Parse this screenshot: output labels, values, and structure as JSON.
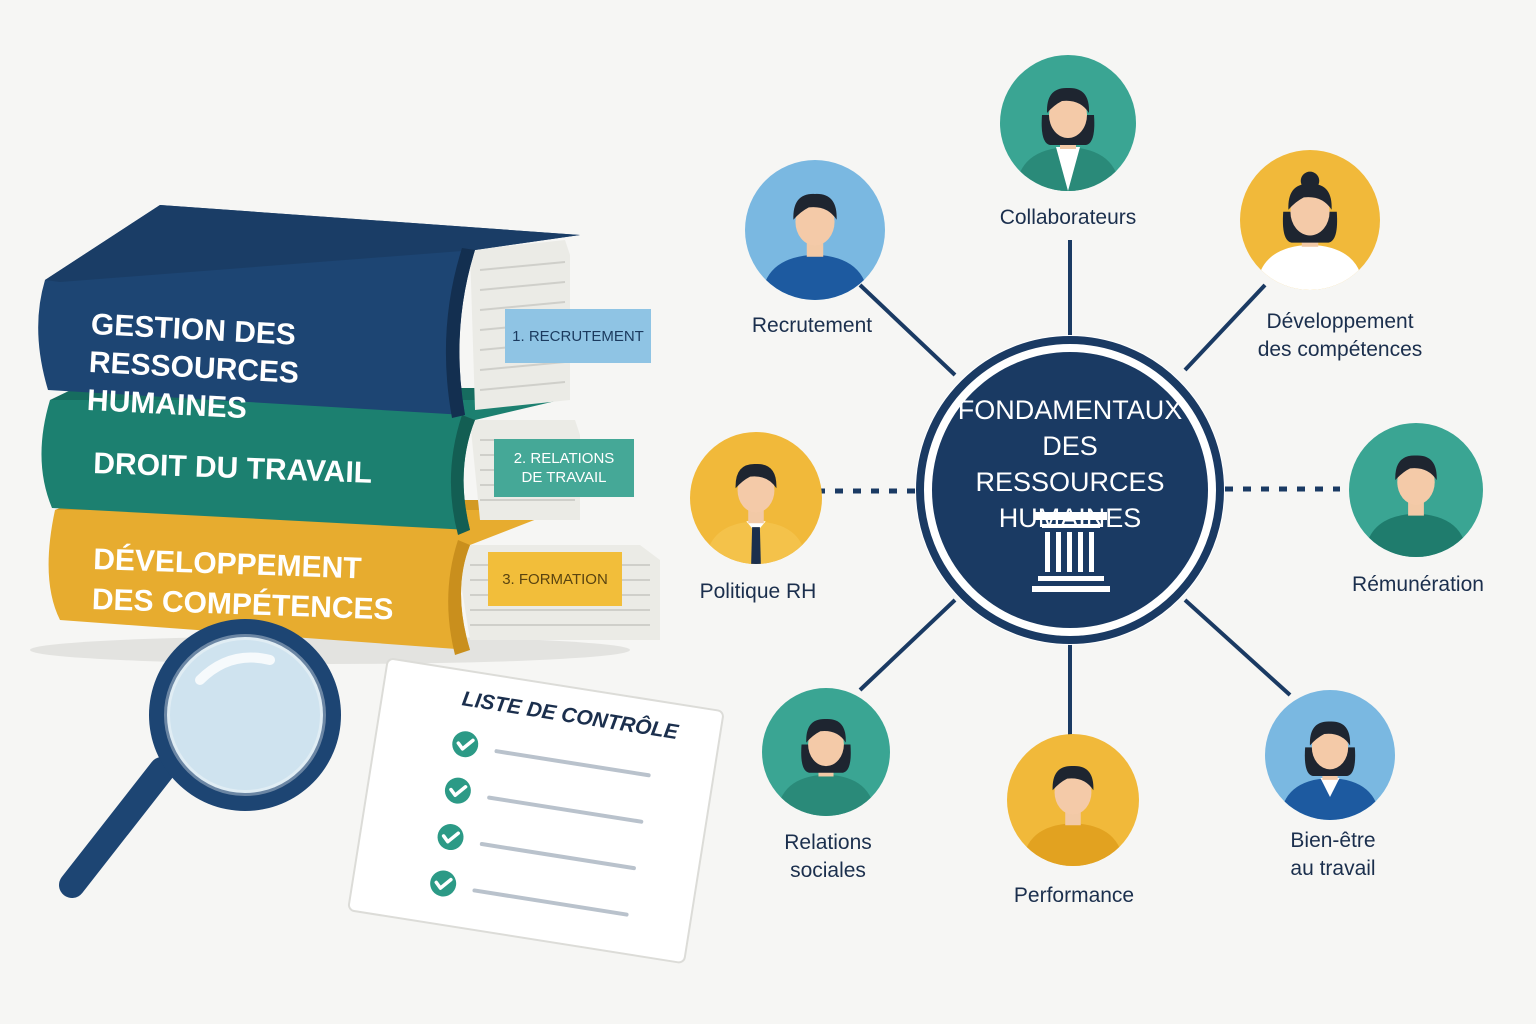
{
  "books": [
    {
      "title_lines": [
        "GESTION DES RESSOURCES",
        "HUMAINES"
      ],
      "color": "#1d4573",
      "tab": {
        "lines": [
          "1. RECRUTEMENT"
        ],
        "color": "#8fc4e4"
      }
    },
    {
      "title_lines": [
        "DROIT DU TRAVAIL"
      ],
      "color": "#1c8070",
      "tab": {
        "lines": [
          "2. RELATIONS",
          "DE TRAVAIL"
        ],
        "color": "#45a897"
      }
    },
    {
      "title_lines": [
        "DÉVELOPPEMENT",
        "DES COMPÉTENCES"
      ],
      "color": "#e7ac2f",
      "tab": {
        "lines": [
          "3. FORMATION"
        ],
        "color": "#f2be3a"
      }
    }
  ],
  "checklist": {
    "title": "LISTE DE CONTRÔLE",
    "items": 4
  },
  "hub": {
    "title_lines": [
      "FONDAMENTAUX",
      "DES RESSOURCES",
      "HUMAINES"
    ],
    "icon": "pillar-icon",
    "color": "#1a3a63"
  },
  "nodes": [
    {
      "id": "collaborateurs",
      "label_lines": [
        "Collaborateurs"
      ],
      "circle_color": "#3aa593",
      "avatar": "woman-short-hair"
    },
    {
      "id": "developpement",
      "label_lines": [
        "Développement",
        "des compétences"
      ],
      "circle_color": "#f1b93a",
      "avatar": "woman-bun"
    },
    {
      "id": "remuneration",
      "label_lines": [
        "Rémunération"
      ],
      "circle_color": "#3aa593",
      "avatar": "man"
    },
    {
      "id": "bien-etre",
      "label_lines": [
        "Bien-être",
        "au travail"
      ],
      "circle_color": "#7ab8e1",
      "avatar": "woman-suit"
    },
    {
      "id": "performance",
      "label_lines": [
        "Performance"
      ],
      "circle_color": "#f1b93a",
      "avatar": "man"
    },
    {
      "id": "relations-sociales",
      "label_lines": [
        "Relations",
        "sociales"
      ],
      "circle_color": "#3aa593",
      "avatar": "woman"
    },
    {
      "id": "politique-rh",
      "label_lines": [
        "Politique RH"
      ],
      "circle_color": "#f1b93a",
      "avatar": "man-tie"
    },
    {
      "id": "recrutement",
      "label_lines": [
        "Recrutement"
      ],
      "circle_color": "#7ab8e1",
      "avatar": "man"
    }
  ]
}
